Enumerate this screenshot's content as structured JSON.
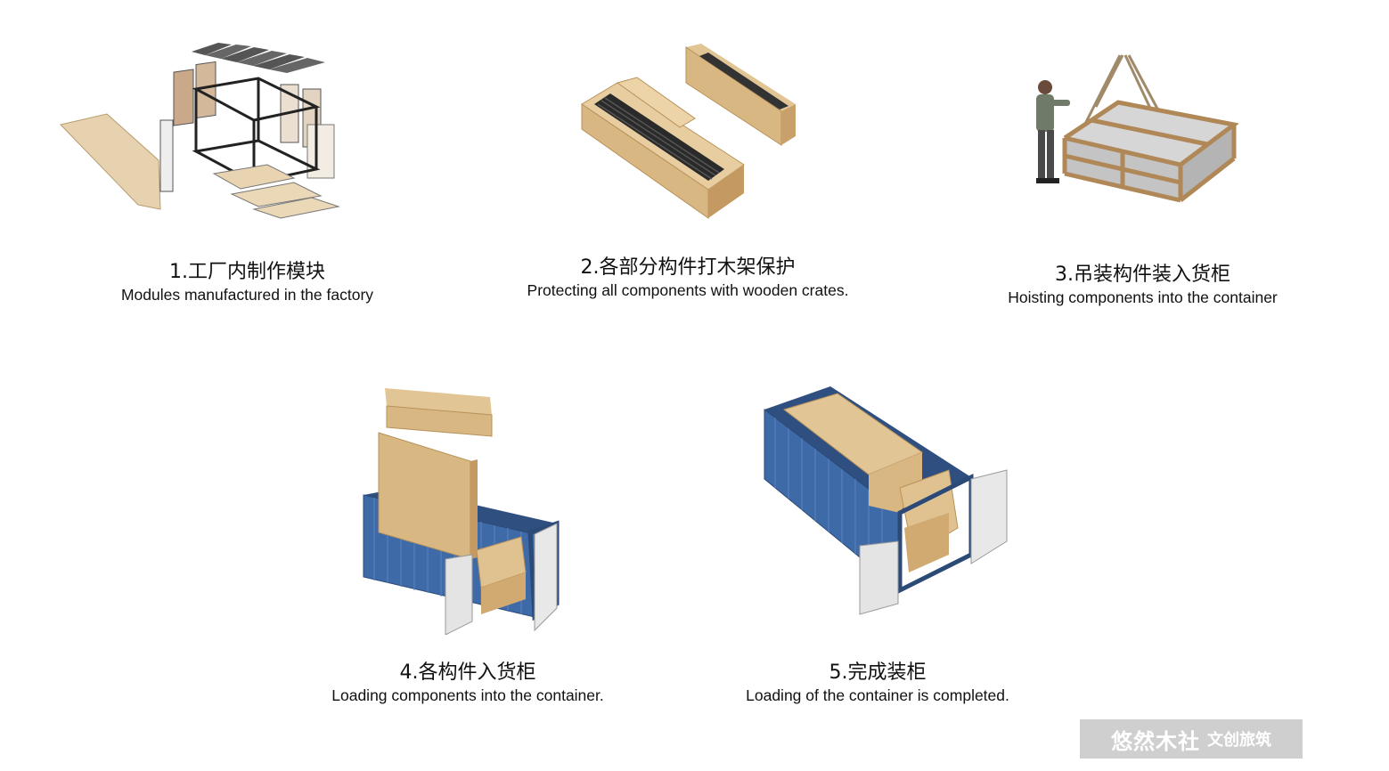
{
  "steps": [
    {
      "zh": "1.工厂内制作模块",
      "en": "Modules manufactured in the factory",
      "icon": "factory-module-parts"
    },
    {
      "zh": "2.各部分构件打木架保护",
      "en": "Protecting all components with wooden crates.",
      "icon": "wooden-crates"
    },
    {
      "zh": "3.吊装构件装入货柜",
      "en": "Hoisting components into the container",
      "icon": "hoisted-crate-worker"
    },
    {
      "zh": "4.各构件入货柜",
      "en": "Loading components into the container.",
      "icon": "container-loading"
    },
    {
      "zh": "5.完成装柜",
      "en": "Loading of the container is completed.",
      "icon": "container-loaded"
    }
  ],
  "watermark": {
    "main": "悠然木社",
    "sub": "文创旅筑"
  },
  "colors": {
    "wood": "#d8b782",
    "wood_dark": "#b8925a",
    "container_blue": "#3f6aa8",
    "frame": "#333333"
  }
}
